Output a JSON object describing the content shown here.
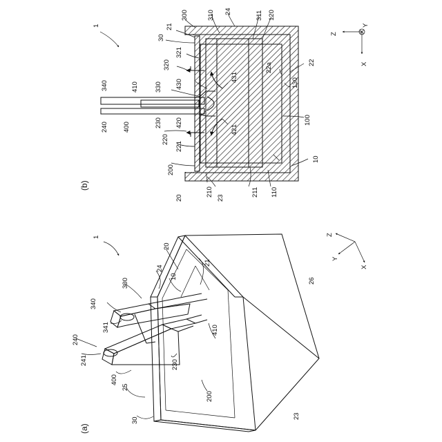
{
  "figures": {
    "a": {
      "caption": "(a)",
      "labels": [
        "1",
        "20",
        "21",
        "24",
        "10",
        "300",
        "340",
        "341",
        "240",
        "241",
        "400",
        "230",
        "410",
        "200",
        "25",
        "30",
        "26",
        "23"
      ],
      "axes": {
        "z": "Z",
        "y": "Y",
        "x": "X"
      }
    },
    "b": {
      "caption": "(b)",
      "labels": [
        "1",
        "300",
        "24",
        "310",
        "311",
        "120",
        "21",
        "30",
        "321",
        "320",
        "22a",
        "22",
        "340",
        "410",
        "330",
        "430",
        "431",
        "130",
        "240",
        "400",
        "230",
        "420",
        "421",
        "100",
        "220",
        "221",
        "200",
        "10",
        "210",
        "23",
        "211",
        "110",
        "20"
      ],
      "axes": {
        "z": "Z",
        "y": "Y",
        "x": "X"
      }
    }
  }
}
